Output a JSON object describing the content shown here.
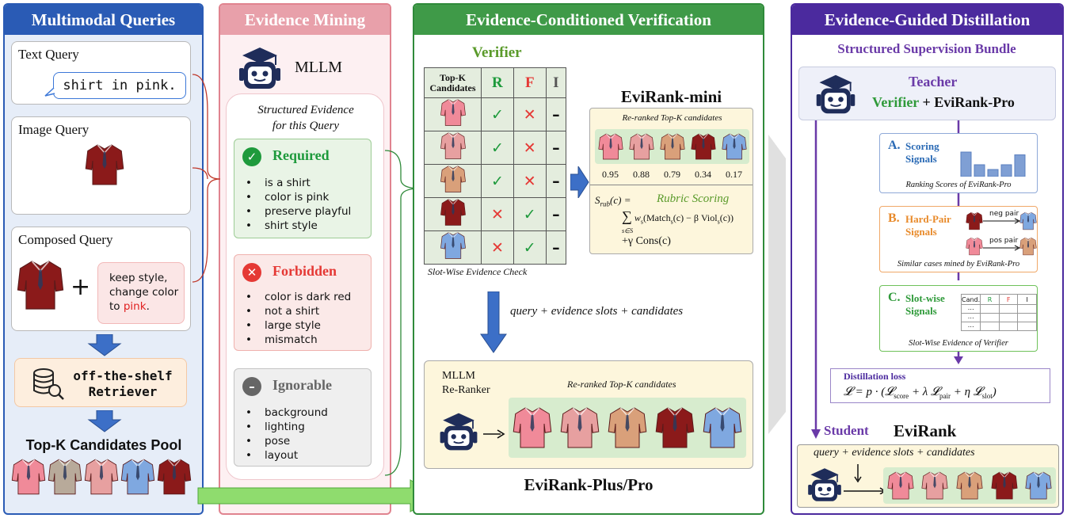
{
  "panels": {
    "queries": {
      "title": "Multimodal Queries"
    },
    "mining": {
      "title": "Evidence Mining"
    },
    "verification": {
      "title": "Evidence-Conditioned Verification"
    },
    "distillation": {
      "title": "Evidence-Guided Distillation"
    }
  },
  "queries": {
    "text_label": "Text Query",
    "text_value": "shirt in pink.",
    "image_label": "Image Query",
    "composed_label": "Composed Query",
    "plus": "+",
    "composed_text_1": "keep style,",
    "composed_text_2": "change color",
    "composed_text_3": "to ",
    "composed_text_pink": "pink",
    "composed_text_end": ".",
    "retriever_1": "off-the-shelf",
    "retriever_2": "Retriever",
    "pool_title": "Top-K Candidates Pool"
  },
  "mining": {
    "mllm": "MLLM",
    "structured_1": "Structured Evidence",
    "structured_2": "for this Query",
    "required": {
      "title": "Required",
      "items": [
        "is a shirt",
        "color is pink",
        "preserve playful",
        "shirt style"
      ]
    },
    "forbidden": {
      "title": "Forbidden",
      "items": [
        "color is dark red",
        "not a shirt",
        "large style",
        "mismatch"
      ]
    },
    "ignorable": {
      "title": "Ignorable",
      "items": [
        "background",
        "lighting",
        "pose",
        "layout"
      ]
    },
    "colors": {
      "required": "#1e9a3c",
      "forbidden": "#e53935",
      "ignorable": "#666666"
    }
  },
  "verification": {
    "verifier": "Verifier",
    "table": {
      "header": [
        "Top-K\nCandidates",
        "R",
        "F",
        "I"
      ],
      "rows": [
        [
          "✓",
          "✕",
          "–"
        ],
        [
          "✓",
          "✕",
          "–"
        ],
        [
          "✓",
          "✕",
          "–"
        ],
        [
          "✕",
          "✓",
          "–"
        ],
        [
          "✕",
          "✓",
          "–"
        ]
      ]
    },
    "slot_caption": "Slot-Wise Evidence Check",
    "mini_title": "EviRank-mini",
    "mini_subtitle": "Re-ranked Top-K candidates",
    "scores": [
      "0.95",
      "0.88",
      "0.79",
      "0.34",
      "0.17"
    ],
    "rubric_title": "Rubric Scoring",
    "formula_lhs": "S",
    "formula_lhs_sub": "rub",
    "formula_lhs_rest": "(c) =",
    "formula_sum": "∑",
    "formula_sum_sub": "s∈S",
    "formula_body": "w",
    "formula_body_sub": "s",
    "formula_body_rest": "(Match",
    "formula_m_sub": "s",
    "formula_mid": "(c) − β Viol",
    "formula_v_sub": "s",
    "formula_end": "(c))",
    "formula_line3": "+γ Cons(c)",
    "arrow_text": "query + evidence slots + candidates",
    "reranker_1": "MLLM",
    "reranker_2": "Re-Ranker",
    "reranker_caption": "Re-ranked Top-K candidates",
    "plus_pro": "EviRank-Plus/Pro"
  },
  "distillation": {
    "bundle": "Structured Supervision Bundle",
    "teacher": "Teacher",
    "verifier": "Verifier",
    "plus": " + ",
    "pro": "EviRank-Pro",
    "a_letter": "A.",
    "a_title_1": "Scoring",
    "a_title_2": "Signals",
    "a_caption": "Ranking Scores of EviRank-Pro",
    "a_bars": [
      0.62,
      0.3,
      0.18,
      0.3,
      0.55
    ],
    "b_letter": "B.",
    "b_title_1": "Hard-Pair",
    "b_title_2": "Signals",
    "b_neg": "neg pair",
    "b_pos": "pos pair",
    "b_caption": "Similar cases mined by EviRank-Pro",
    "c_letter": "C.",
    "c_title_1": "Slot-wise",
    "c_title_2": "Signals",
    "c_caption": "Slot-Wise Evidence of Verifier",
    "c_header": [
      "Cand.",
      "R",
      "F",
      "I"
    ],
    "c_dots": "⋯",
    "loss_title": "Distillation loss",
    "loss": "𝓛 = p · (𝓛",
    "loss_s1": "score",
    "loss_m1": " + λ 𝓛",
    "loss_s2": "pair",
    "loss_m2": " + η 𝓛",
    "loss_s3": "slot",
    "loss_end": ")",
    "student": "Student",
    "evirank": "EviRank",
    "student_input": "query + evidence slots + candidates"
  },
  "colors": {
    "blue": "#2a5bb5",
    "pink": "#e0838f",
    "green": "#2f8a3a",
    "purple": "#4b2a9e"
  }
}
